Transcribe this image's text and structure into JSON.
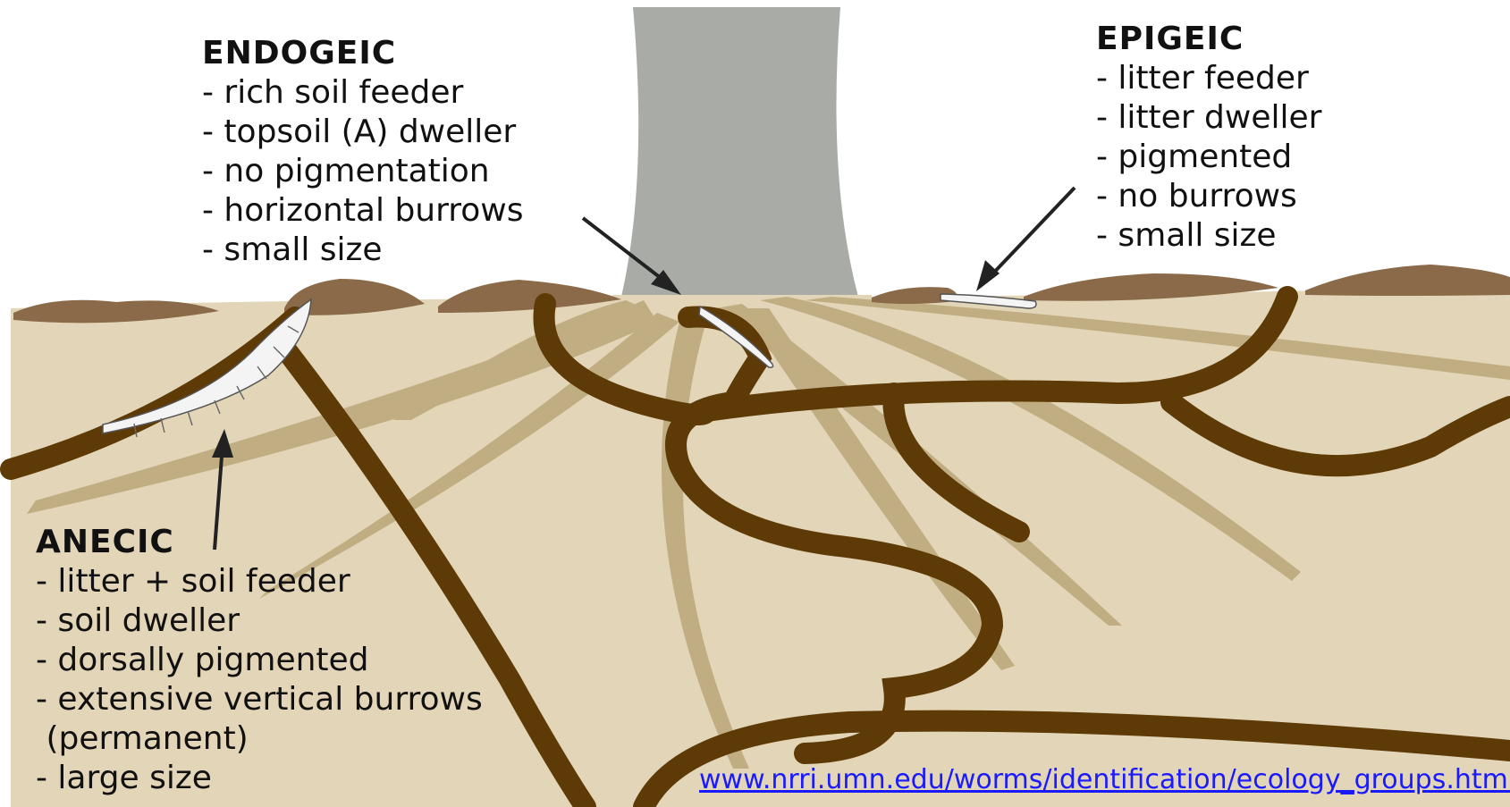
{
  "groups": {
    "endogeic": {
      "title": "ENDOGEIC",
      "traits": [
        "- rich soil feeder",
        "- topsoil (A) dweller",
        "- no pigmentation",
        "- horizontal burrows",
        "- small size"
      ]
    },
    "epigeic": {
      "title": "EPIGEIC",
      "traits": [
        "- litter feeder",
        "- litter dweller",
        "- pigmented",
        "- no burrows",
        "- small size"
      ]
    },
    "anecic": {
      "title": "ANECIC",
      "traits": [
        "- litter + soil feeder",
        "- soil dweller",
        "- dorsally pigmented",
        "- extensive vertical burrows",
        " (permanent)",
        "- large size"
      ]
    }
  },
  "source": {
    "url_text": "www.nrri.umn.edu/worms/identification/ecology_groups.html"
  },
  "colors": {
    "soil": "#e3d5b8",
    "root": "#c0ad82",
    "burrow": "#5e3a06",
    "trunk": "#a9aca6",
    "litter": "#8a6a48",
    "worm": "#f4f4f4"
  }
}
